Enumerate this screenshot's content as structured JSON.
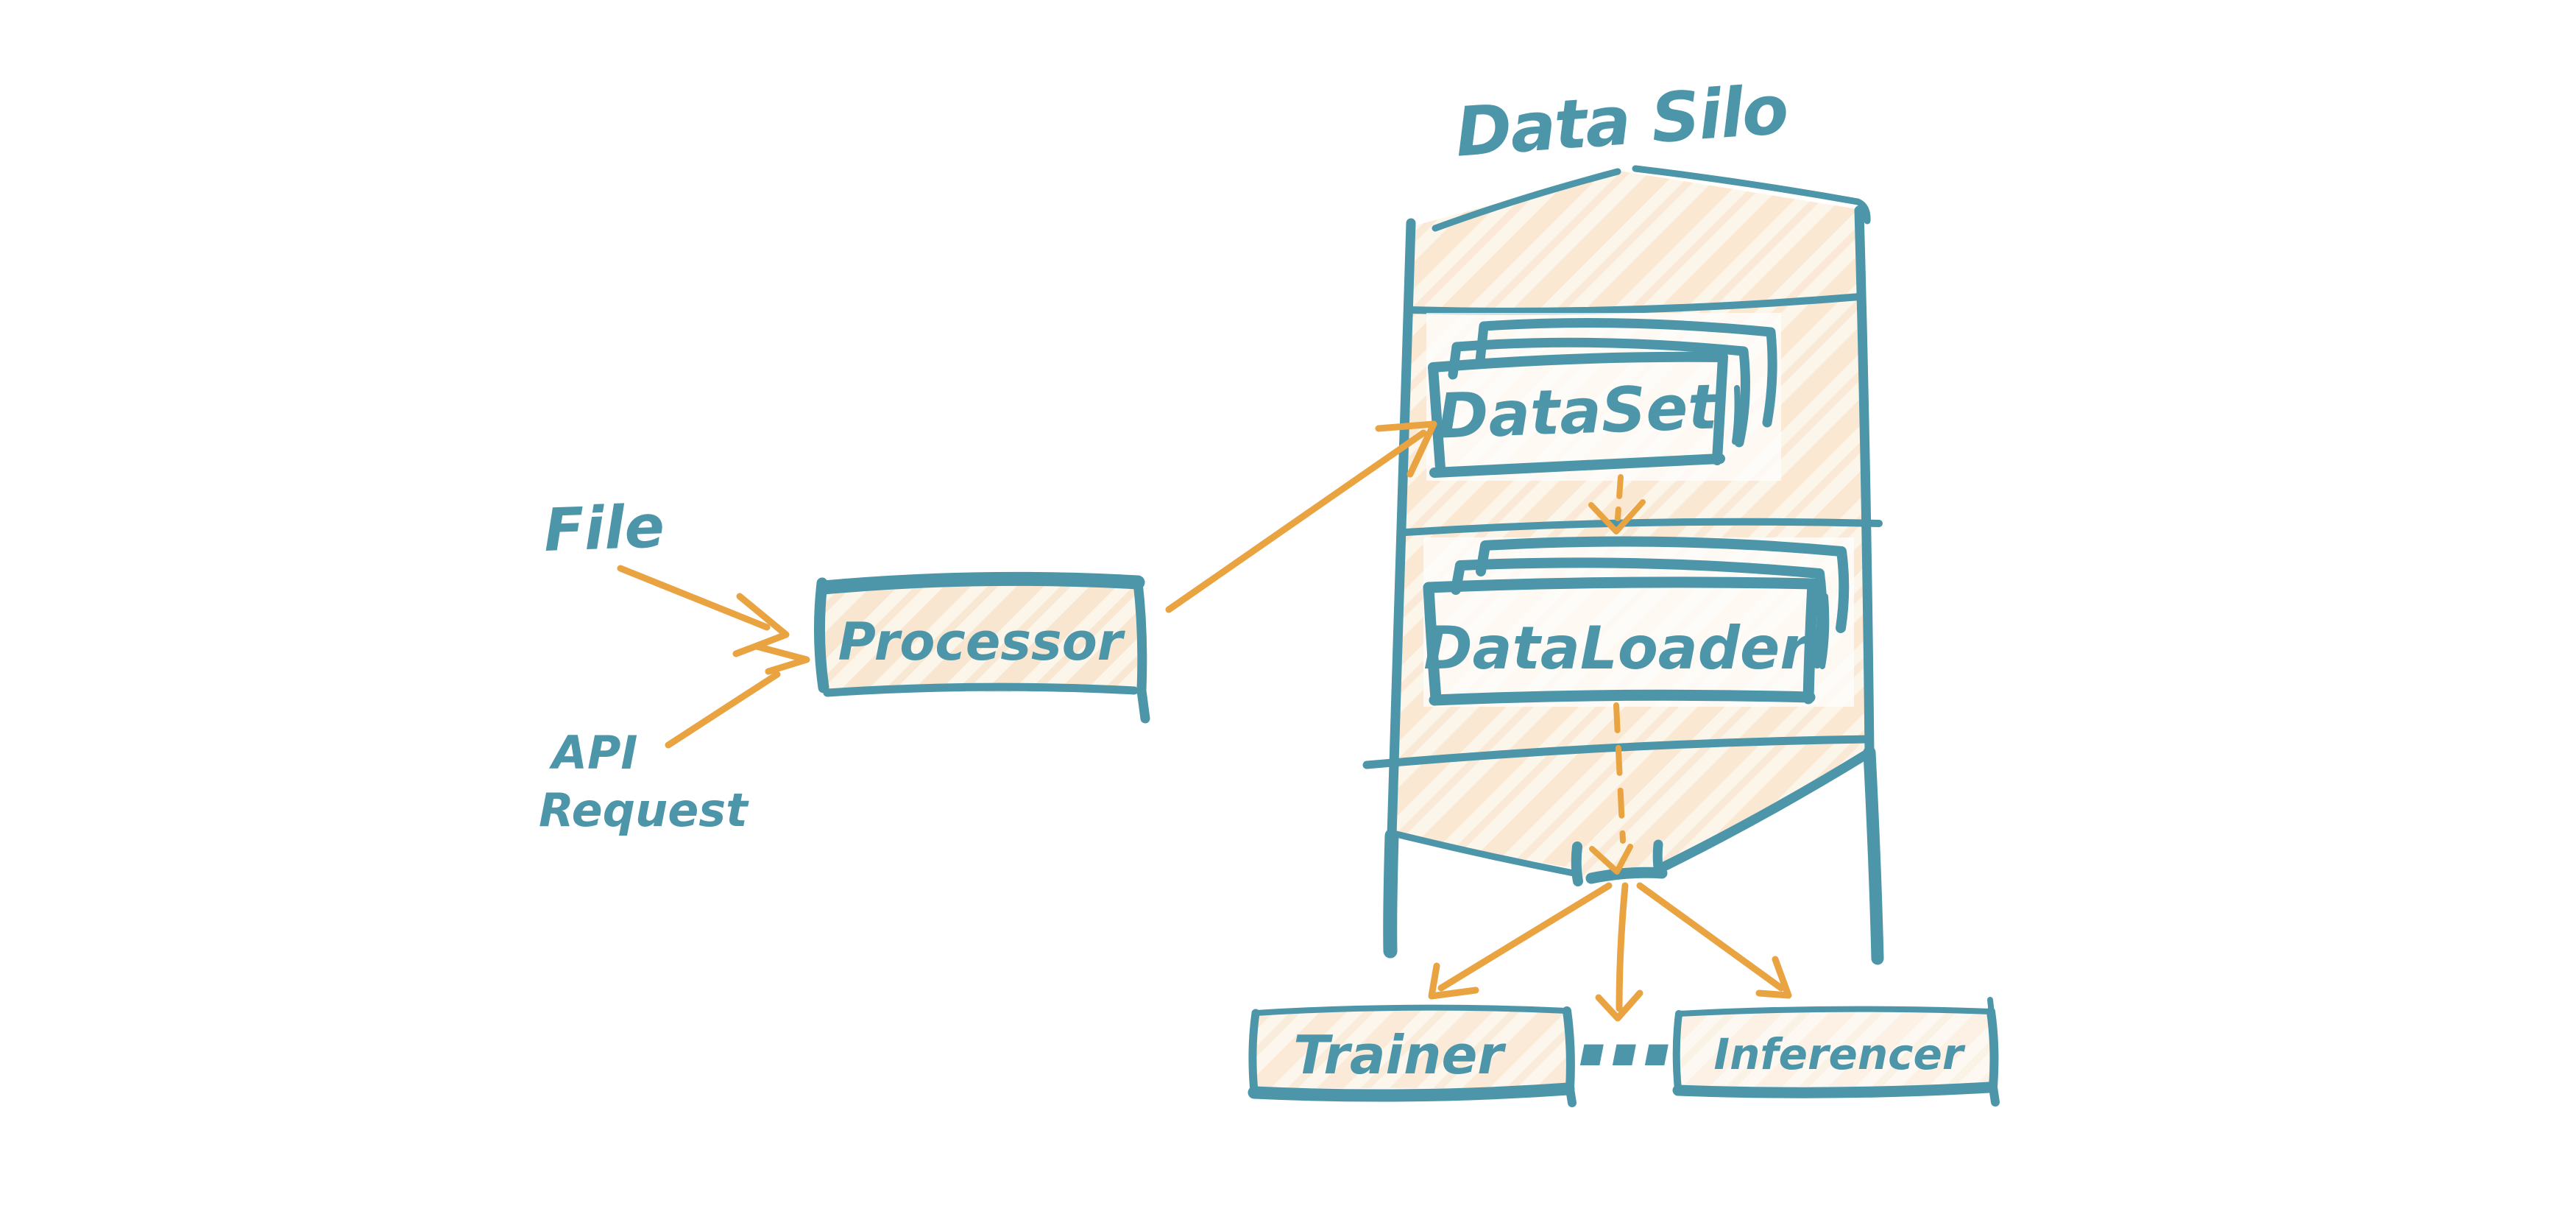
{
  "diagram": {
    "title": "Data Silo",
    "inputs": {
      "file": "File",
      "api_line1": "API",
      "api_line2": "Request"
    },
    "nodes": {
      "processor": "Processor",
      "dataset": "DataSet",
      "dataloader": "DataLoader"
    },
    "consumers": {
      "trainer": "Trainer",
      "ellipsis": "...",
      "inferencer": "Inferencer"
    },
    "colors": {
      "stroke_teal": "#4D95A8",
      "stroke_orange": "#E9A341",
      "fill_peach": "#F5D9B5"
    }
  }
}
